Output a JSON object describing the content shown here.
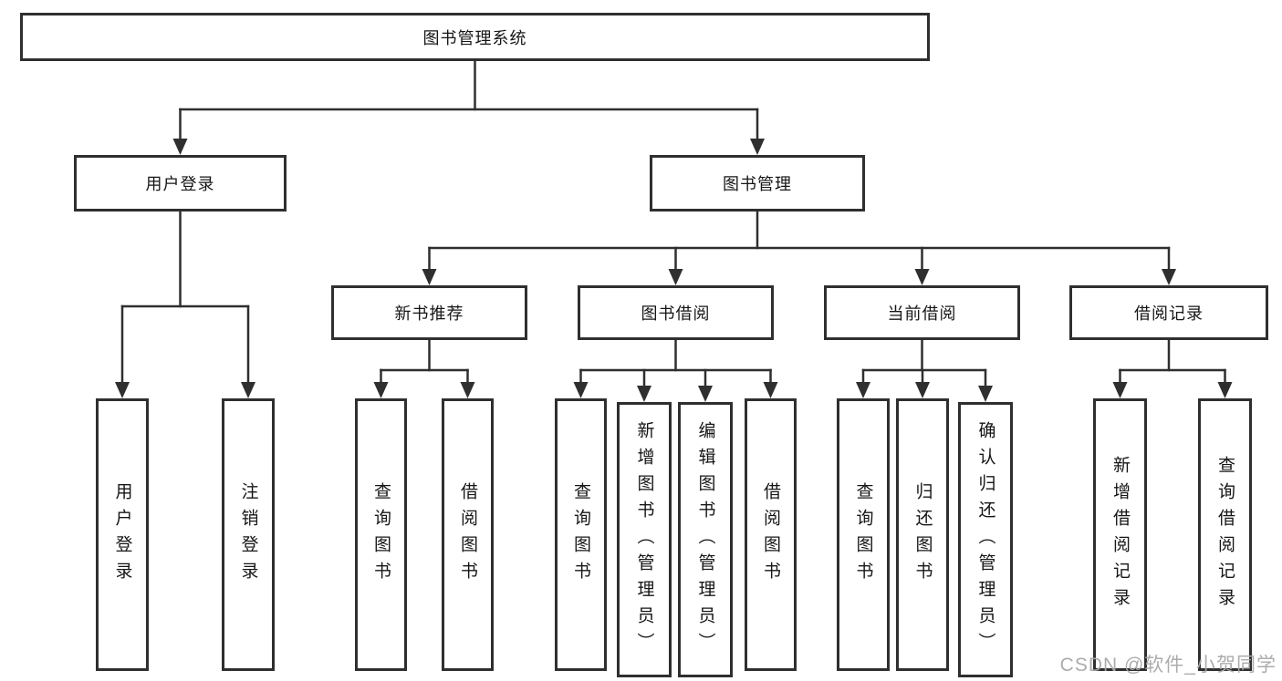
{
  "tree": {
    "root": {
      "label": "图书管理系统"
    },
    "level2": [
      {
        "label": "用户登录"
      },
      {
        "label": "图书管理"
      }
    ],
    "level3": [
      {
        "label": "新书推荐",
        "parent": "图书管理"
      },
      {
        "label": "图书借阅",
        "parent": "图书管理"
      },
      {
        "label": "当前借阅",
        "parent": "图书管理"
      },
      {
        "label": "借阅记录",
        "parent": "图书管理"
      }
    ],
    "leaves": [
      {
        "label": "用户登录",
        "parent": "用户登录"
      },
      {
        "label": "注销登录",
        "parent": "用户登录"
      },
      {
        "label": "查询图书",
        "parent": "新书推荐"
      },
      {
        "label": "借阅图书",
        "parent": "新书推荐"
      },
      {
        "label": "查询图书",
        "parent": "图书借阅"
      },
      {
        "label": "新增图书（管理员）",
        "parent": "图书借阅"
      },
      {
        "label": "编辑图书（管理员）",
        "parent": "图书借阅"
      },
      {
        "label": "借阅图书",
        "parent": "图书借阅"
      },
      {
        "label": "查询图书",
        "parent": "当前借阅"
      },
      {
        "label": "归还图书",
        "parent": "当前借阅"
      },
      {
        "label": "确认归还（管理员）",
        "parent": "当前借阅"
      },
      {
        "label": "新增借阅记录",
        "parent": "借阅记录"
      },
      {
        "label": "查询借阅记录",
        "parent": "借阅记录"
      }
    ]
  },
  "watermark": {
    "text": "CSDN @软件_小贺同学"
  },
  "colors": {
    "line": "#2f2f2f",
    "text": "#161616",
    "watermark": "#a8a8a8",
    "background": "#ffffff"
  }
}
